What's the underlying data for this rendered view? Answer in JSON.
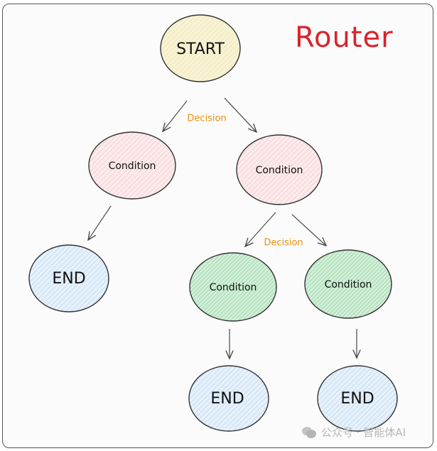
{
  "title": "Router",
  "colors": {
    "start": "#f8f3d6",
    "condition_pink": "#fbe3e4",
    "condition_green": "#bfe6c9",
    "end": "#dcebf8",
    "decision": "#e8900f",
    "title": "#d9232a"
  },
  "nodes": {
    "start": "START",
    "cond_left": "Condition",
    "cond_right": "Condition",
    "end_left": "END",
    "cond_green_left": "Condition",
    "cond_green_right": "Condition",
    "end_bottom_left": "END",
    "end_bottom_right": "END"
  },
  "edge_labels": {
    "decision_top": "Decision",
    "decision_mid": "Decision"
  },
  "watermark": {
    "text": "公众号 · 智能体AI",
    "icon": "wechat-icon"
  }
}
